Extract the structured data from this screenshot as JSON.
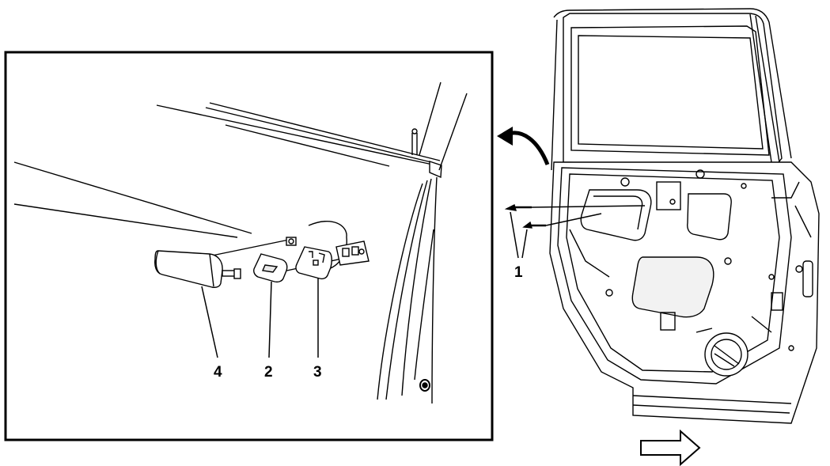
{
  "callouts": {
    "screw_1": "1",
    "pad_2": "2",
    "bezel_3": "3",
    "handle_4": "4"
  },
  "colors": {
    "line": "#000000",
    "background": "#ffffff",
    "shade": "#e9e9e9"
  }
}
